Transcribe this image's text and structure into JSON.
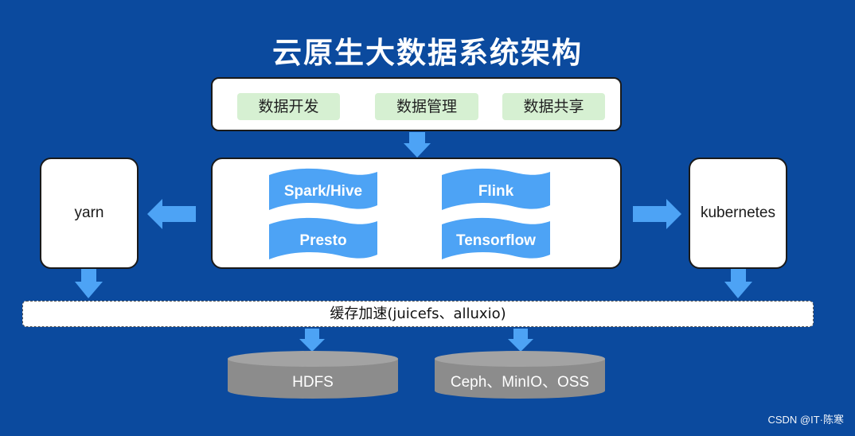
{
  "title": "云原生大数据系统架构",
  "top_layer": {
    "items": [
      "数据开发",
      "数据管理",
      "数据共享"
    ]
  },
  "engines": [
    "Spark/Hive",
    "Flink",
    "Presto",
    "Tensorflow"
  ],
  "left_box": {
    "label": "yarn"
  },
  "right_box": {
    "label": "kubernetes"
  },
  "cache_layer": {
    "label": "缓存加速(juicefs、alluxio)"
  },
  "storage": [
    "HDFS",
    "Ceph、MinIO、OSS"
  ],
  "watermark": "CSDN @IT·陈寒",
  "colors": {
    "background": "#0B4A9E",
    "arrow": "#4DA3F5",
    "engine_flag": "#4DA3F5",
    "chip": "#D6F0D2",
    "storage_cylinder": "#8C8C8C"
  }
}
